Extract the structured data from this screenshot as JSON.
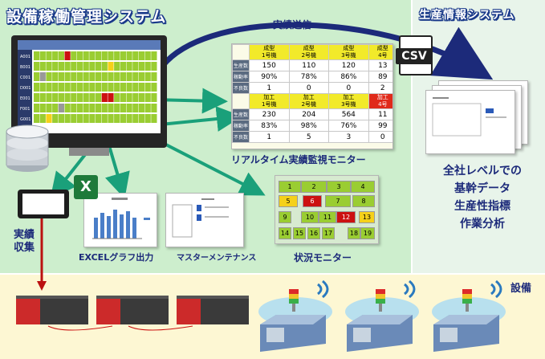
{
  "labels": {
    "main_title": "設備稼働管理システム",
    "production_system": "生産情報システム",
    "send_results": "実績送信",
    "csv": "CSV",
    "realtime_monitor": "リアルタイム実績監視モニター",
    "status_monitor": "状況モニター",
    "excel_output": "EXCELグラフ出力",
    "master_maintenance": "マスターメンテナンス",
    "collect_line1": "実績",
    "collect_line2": "収集",
    "equipment": "設備",
    "company_line1": "全社レベルでの",
    "company_line2": "基幹データ",
    "company_line3": "生産性指標",
    "company_line4": "作業分析"
  },
  "monitor_table": {
    "header_rows": [
      {
        "cells": [
          "成型\n1号機",
          "成型\n2号機",
          "成型\n3号機",
          "成型\n4号"
        ]
      },
      {
        "cells": [
          "加工\n1号機",
          "加工\n2号機",
          "加工\n3号機",
          "加工\n4号"
        ]
      }
    ],
    "row_labels": [
      "生産数",
      "稼動率",
      "不良数"
    ],
    "block1": [
      [
        "150",
        "110",
        "120",
        "13"
      ],
      [
        "90%",
        "78%",
        "86%",
        "89"
      ],
      [
        "1",
        "0",
        "0",
        "2"
      ]
    ],
    "block2": [
      [
        "230",
        "204",
        "564",
        "11"
      ],
      [
        "83%",
        "98%",
        "76%",
        "99"
      ],
      [
        "1",
        "5",
        "3",
        "0"
      ]
    ]
  },
  "status_tiles": [
    "1",
    "2",
    "3",
    "4",
    "5",
    "6",
    "7",
    "8",
    "9",
    "10",
    "11",
    "12",
    "13",
    "14",
    "15",
    "16",
    "17",
    "18",
    "19"
  ],
  "gantt_rows": [
    "A001",
    "B001",
    "C001",
    "D001",
    "E001",
    "F001",
    "G001"
  ],
  "colors": {
    "accent_blue": "#1c2a7a",
    "run_green": "#9acd32",
    "stop_red": "#cc1111",
    "warn_yellow": "#f5d11a",
    "idle_gray": "#999999"
  }
}
